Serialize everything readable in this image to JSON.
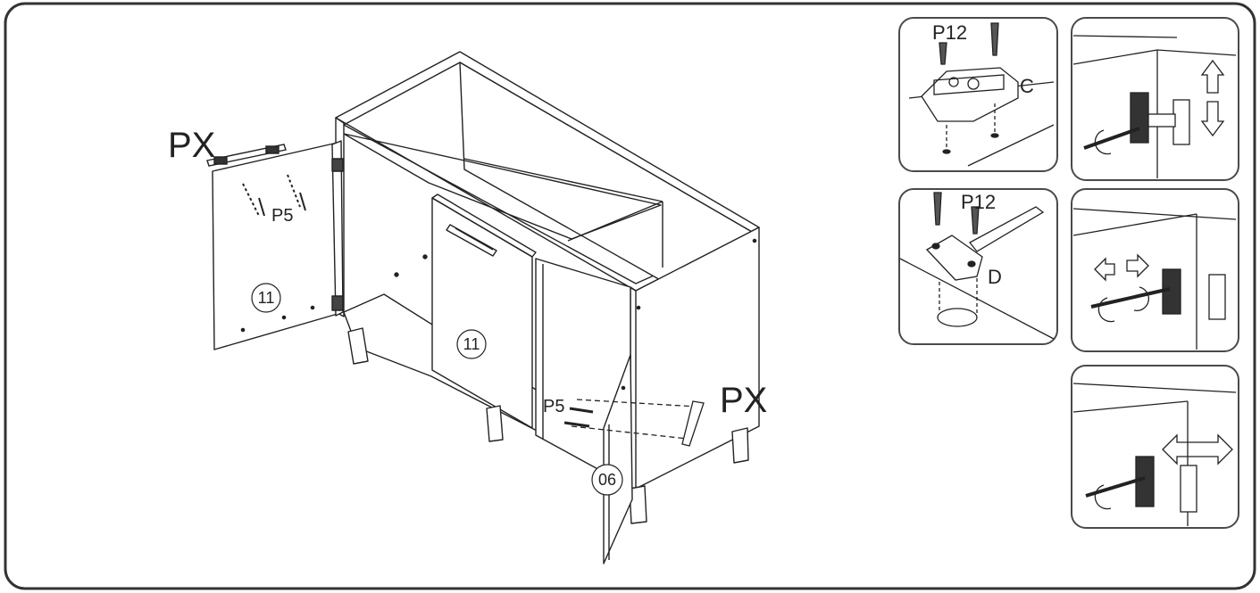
{
  "labels": {
    "px_top": "PX",
    "px_right": "PX",
    "p5_left": "P5",
    "p5_right": "P5",
    "part_left_door": "11",
    "part_drawer": "11",
    "part_right_door": "06",
    "hinge_screw_top": "P12",
    "hinge_screw_bottom": "P12",
    "plate_c": "C",
    "cup_d": "D"
  },
  "colors": {
    "stroke": "#222222",
    "frame": "#333333",
    "panel_frame": "#4a4a4a",
    "background": "#ffffff"
  }
}
